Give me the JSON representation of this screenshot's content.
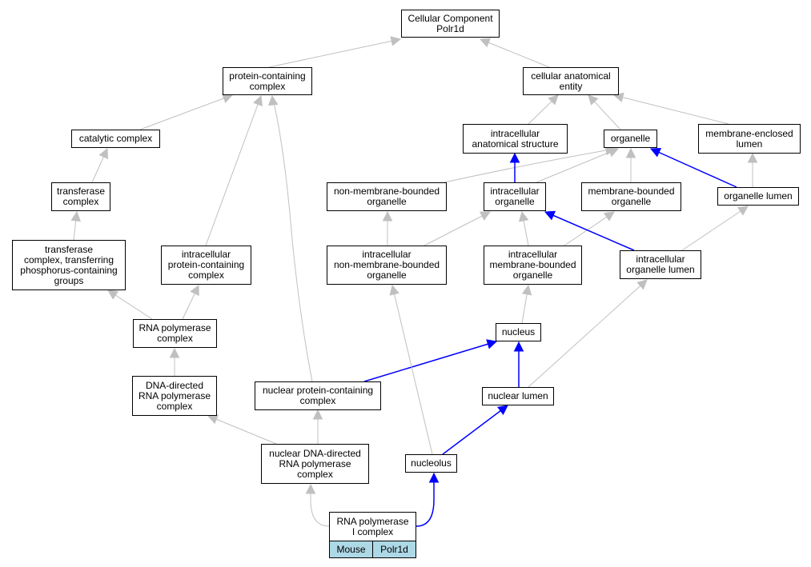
{
  "nodes": {
    "cellular_component": "Cellular Component\nPolr1d",
    "protein_containing_complex": "protein-containing\ncomplex",
    "cellular_anatomical_entity": "cellular anatomical\nentity",
    "catalytic_complex": "catalytic complex",
    "intracellular_anatomical_structure": "intracellular\nanatomical structure",
    "organelle": "organelle",
    "membrane_enclosed_lumen": "membrane-enclosed\nlumen",
    "transferase_complex": "transferase\ncomplex",
    "non_membrane_bounded_organelle": "non-membrane-bounded\norganelle",
    "intracellular_organelle": "intracellular\norganelle",
    "membrane_bounded_organelle": "membrane-bounded\norganelle",
    "organelle_lumen": "organelle lumen",
    "transferase_complex_phospho": "transferase\ncomplex, transferring\nphosphorus-containing\ngroups",
    "intracellular_protein_containing_complex": "intracellular\nprotein-containing\ncomplex",
    "intracellular_non_membrane_bounded_organelle": "intracellular\nnon-membrane-bounded\norganelle",
    "intracellular_membrane_bounded_organelle": "intracellular\nmembrane-bounded\norganelle",
    "intracellular_organelle_lumen": "intracellular\norganelle lumen",
    "rna_polymerase_complex": "RNA polymerase\ncomplex",
    "nucleus": "nucleus",
    "dna_directed_rna_polymerase_complex": "DNA-directed\nRNA polymerase\ncomplex",
    "nuclear_protein_containing_complex": "nuclear protein-containing\ncomplex",
    "nuclear_lumen": "nuclear lumen",
    "nuclear_dna_directed_rna_polymerase_complex": "nuclear DNA-directed\nRNA polymerase\ncomplex",
    "nucleolus": "nucleolus",
    "rna_polymerase_i_complex": "RNA polymerase\nI complex"
  },
  "gene_tags": {
    "species": "Mouse",
    "gene": "Polr1d"
  },
  "colors": {
    "edge_gray": "#c0c0c0",
    "edge_blue": "#0000ff",
    "tag_fill": "#add8e6"
  }
}
